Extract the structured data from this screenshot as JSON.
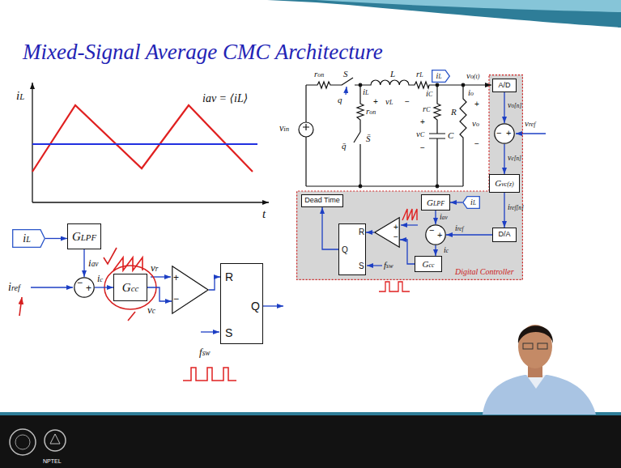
{
  "diagram": {
    "title": "Mixed-Signal Average CMC Architecture",
    "nodes": [
      {
        "text": [
          "iL"
        ]
      },
      {
        "text": [
          "GLPF"
        ]
      },
      {
        "text": [
          "−",
          "+"
        ]
      },
      {
        "text": [
          "Gcc"
        ]
      },
      {
        "text": [
          "+",
          "−"
        ]
      },
      {
        "text": [
          "R",
          "Q",
          "S"
        ]
      },
      {
        "text": [
          "iL"
        ]
      },
      {
        "text": [
          "Digital Controller"
        ]
      },
      {
        "text": [
          "A/D"
        ],
        "in": 7
      },
      {
        "text": [
          "−",
          "+"
        ],
        "in": 7
      },
      {
        "text": [
          "Gvc(z)"
        ],
        "in": 7
      },
      {
        "text": [
          "D/A"
        ],
        "in": 7
      },
      {
        "text": [
          "GLPF"
        ],
        "in": 7
      },
      {
        "text": [
          "iL"
        ],
        "in": 7
      },
      {
        "text": [
          "−",
          "+"
        ],
        "in": 7
      },
      {
        "text": [
          "Gcc"
        ],
        "in": 7
      },
      {
        "text": [
          "+",
          "−"
        ],
        "in": 7
      },
      {
        "text": [
          "R",
          "Q",
          "S"
        ],
        "in": 7
      },
      {
        "text": [
          "Dead Time"
        ],
        "in": 7
      }
    ],
    "edges": [
      {
        "from": 0,
        "to": 1,
        "arrow": "to"
      },
      {
        "from": 1,
        "to": 2,
        "arrow": "to",
        "label": "iav"
      },
      {
        "from": 2,
        "to": 3,
        "arrow": "to",
        "label": "ic"
      },
      {
        "from": 3,
        "to": 4,
        "arrow": "to",
        "label": "vc"
      },
      {
        "from": 4,
        "to": 5,
        "arrow": "to"
      },
      {
        "from": 8,
        "to": 9,
        "arrow": "to",
        "label": "vo[n]"
      },
      {
        "from": 9,
        "to": 10,
        "arrow": "to",
        "label": "ve[n]"
      },
      {
        "from": 10,
        "to": 11,
        "arrow": "to",
        "label": "iref[n]"
      },
      {
        "from": 11,
        "to": 14,
        "arrow": "to",
        "label": "iref"
      },
      {
        "from": 13,
        "to": 12,
        "arrow": "to"
      },
      {
        "from": 12,
        "to": 14,
        "arrow": "to",
        "label": "iav"
      },
      {
        "from": 14,
        "to": 15,
        "arrow": "to",
        "label": "ic"
      },
      {
        "from": 15,
        "to": 16,
        "arrow": "to"
      },
      {
        "from": 16,
        "to": 17,
        "arrow": "to"
      },
      {
        "from": 17,
        "to": 18,
        "arrow": "to"
      }
    ],
    "labels": [
      "iL",
      "t",
      "iav = ⟨iL⟩",
      "iref",
      "vr",
      "fsw",
      "vin",
      "ron",
      "S",
      "q",
      "ron",
      "S̄",
      "q̄",
      "iL",
      "L",
      "+",
      "vL",
      "−",
      "rL",
      "vo(t)",
      "iC",
      "io",
      "rC",
      "+",
      "vC",
      "−",
      "C",
      "R",
      "+",
      "vo",
      "−",
      "vref",
      "fsw",
      "NPTEL"
    ]
  }
}
